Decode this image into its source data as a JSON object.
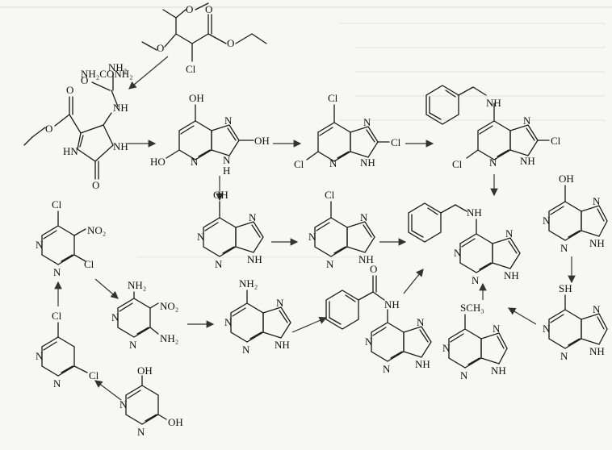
{
  "colors": {
    "ink": "#1a1a1a",
    "background": "#f7f7f5",
    "faint_text": "#d6d6d4"
  },
  "reagents": {
    "urea": "NH₂CONH₂"
  },
  "atoms": {
    "O": "O",
    "N": "N",
    "H": "H",
    "NH": "NH",
    "HN": "HN",
    "Cl": "Cl",
    "OH": "OH",
    "HO": "HO",
    "SH": "SH",
    "NH2": "NH₂",
    "NO2": "NO₂",
    "SCH3": "SCH₃"
  },
  "molecules": [
    "diethoxy-chloropropanoate",
    "ureido-imidazolone-ester",
    "uric-acid-trihydroxypurine",
    "trichloropurine",
    "benzylamino-dichloropurine",
    "hypoxanthine-tautomer",
    "6-chloropurine",
    "6-benzylaminopurine",
    "hypoxanthine",
    "6-mercaptopurine",
    "6-methylthiopurine",
    "dichloronitropyrimidine",
    "diaminonitropyrimidine",
    "adenine",
    "n6-benzoyladenine",
    "4-6-dichloropyrimidine",
    "4-6-dihydroxypyrimidine"
  ]
}
